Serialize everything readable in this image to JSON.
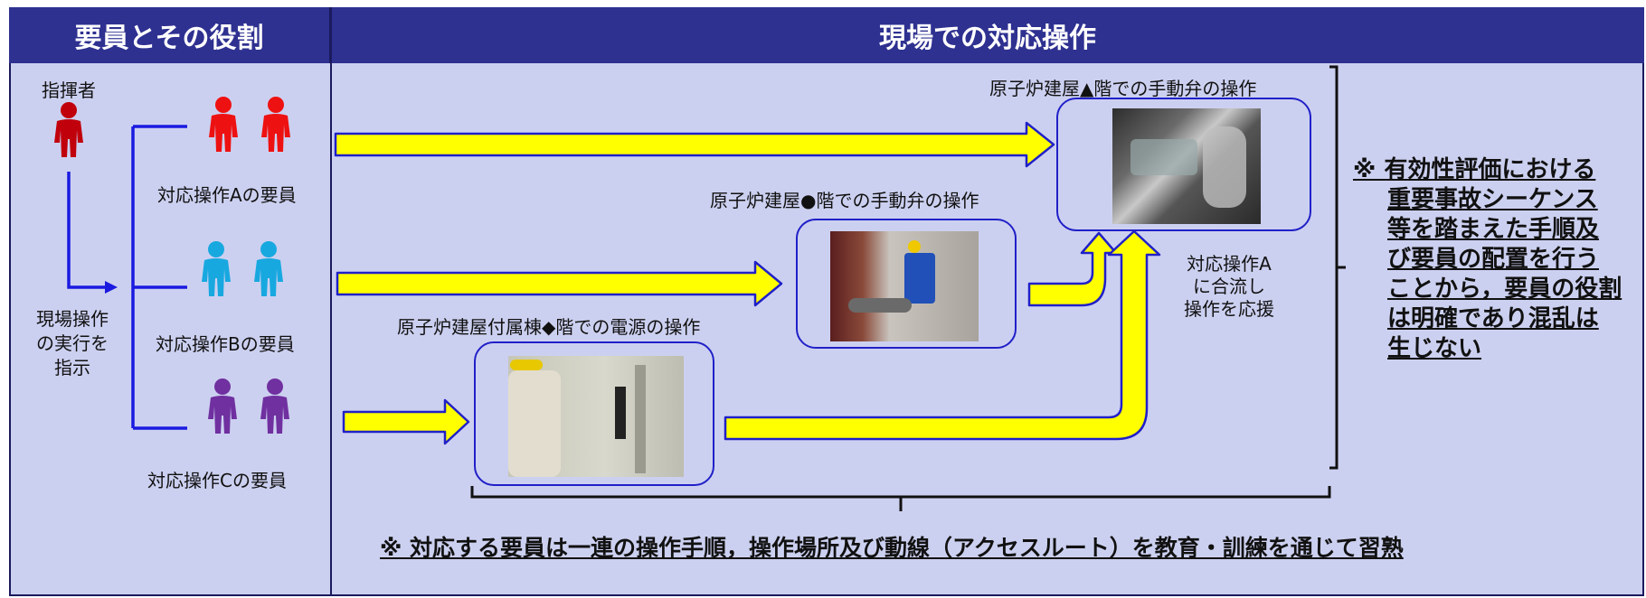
{
  "headers": {
    "left": "要員とその役割",
    "right": "現場での対応操作"
  },
  "roles": {
    "commander": "指揮者",
    "instruct_lines": [
      "現場操作",
      "の実行を",
      "指示"
    ],
    "group_a": "対応操作Aの要員",
    "group_b": "対応操作Bの要員",
    "group_c": "対応操作Cの要員"
  },
  "locations": {
    "a": "原子炉建屋▲階での手動弁の操作",
    "b": "原子炉建屋●階での手動弁の操作",
    "c": "原子炉建屋付属棟◆階での電源の操作"
  },
  "merge_lines": [
    "対応操作A",
    "に合流し",
    "操作を応援"
  ],
  "right_note_lines": [
    "※ 有効性評価における",
    "重要事故シーケンス",
    "等を踏まえた手順及",
    "び要員の配置を行う",
    "ことから，要員の役割",
    "は明確であり混乱は",
    "生じない"
  ],
  "bottom_note": "※ 対応する要員は一連の操作手順，操作場所及び動線（アクセスルート）を教育・訓練を通じて習熟",
  "colors": {
    "header_bg": "#2e3190",
    "panel_bg": "#ccd0f0",
    "commander": "#c0000b",
    "group_a": "#ee1111",
    "group_b": "#18a8e0",
    "group_c": "#7030a0",
    "arrow_fill": "#ffff00",
    "line_blue": "#1a1ae0"
  },
  "icons": [
    "person-icon",
    "arrow-right-icon",
    "bracket-icon"
  ]
}
